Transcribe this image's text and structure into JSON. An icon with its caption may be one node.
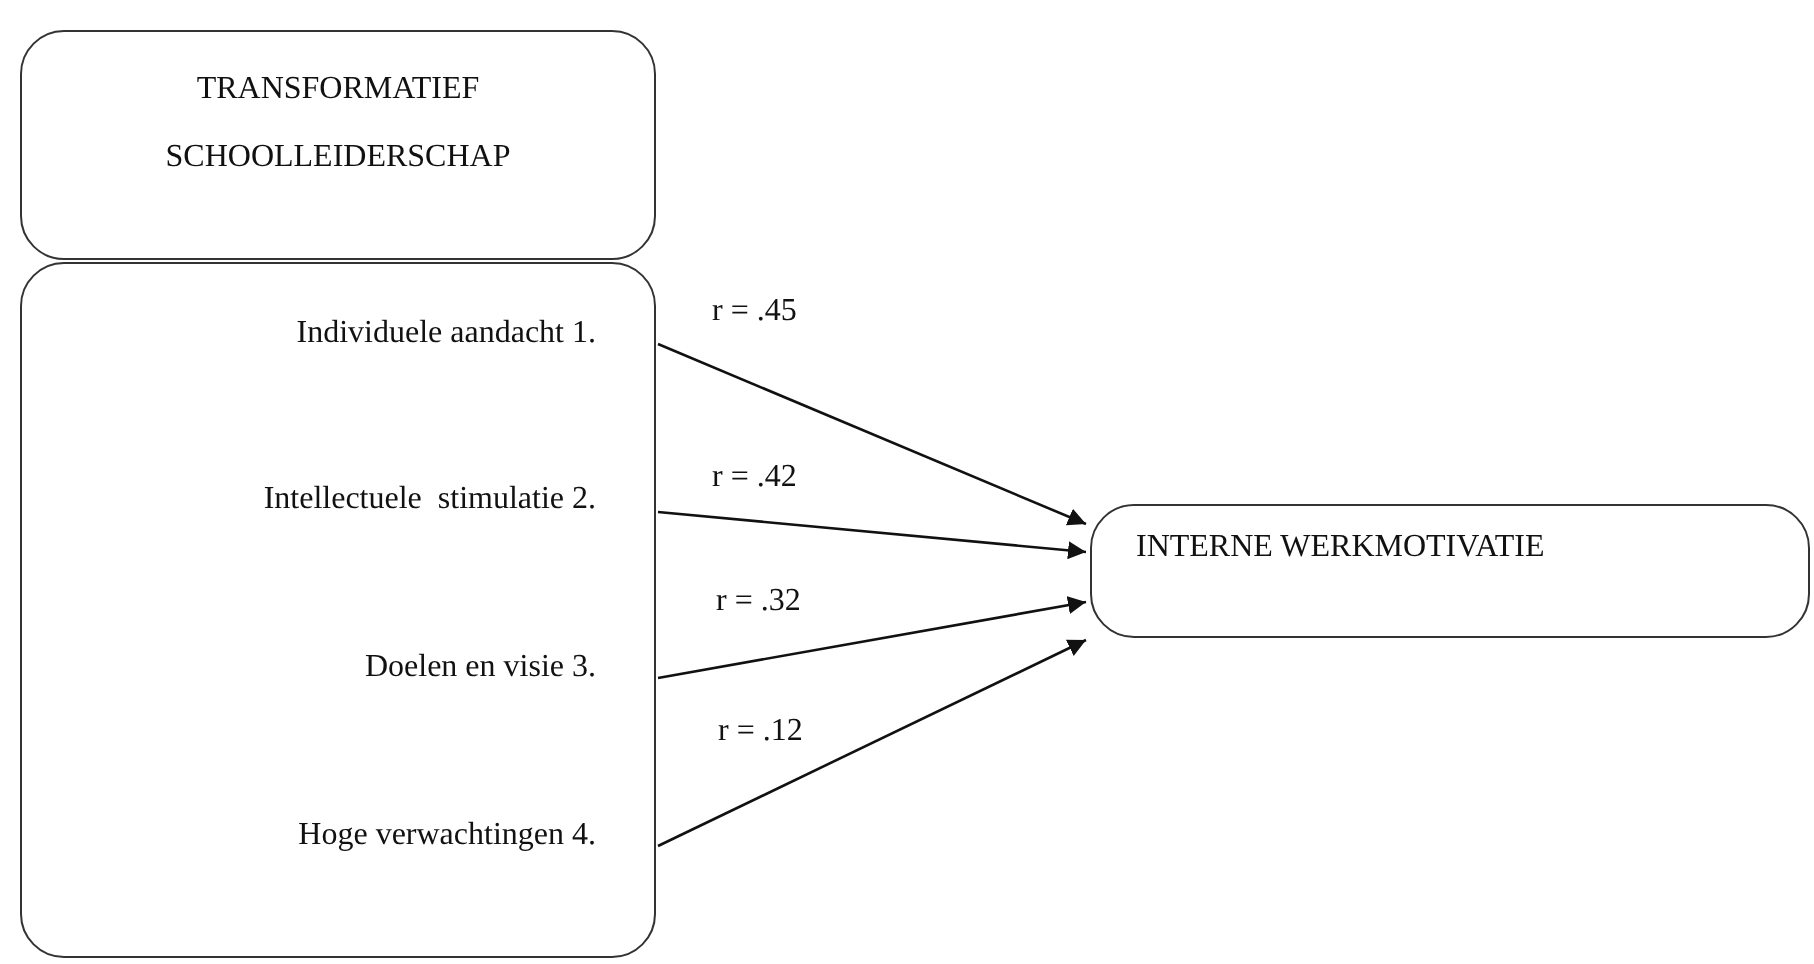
{
  "diagram": {
    "nodes": [
      {
        "text": [
          "TRANSFORMATIEF SCHOOLLEIDERSCHAP"
        ]
      },
      {
        "text": [],
        "shape": "box"
      },
      {
        "text": [
          "Individuele aandacht 1."
        ],
        "in": 1
      },
      {
        "text": [
          "Intellectuele  stimulatie 2."
        ],
        "in": 1
      },
      {
        "text": [
          "Doelen en visie 3."
        ],
        "in": 1
      },
      {
        "text": [
          "Hoge verwachtingen 4."
        ],
        "in": 1
      },
      {
        "text": [
          "INTERNE WERKMOTIVATIE"
        ]
      }
    ],
    "edges": [
      {
        "from": 2,
        "to": 6,
        "arrow": "to",
        "label": "r = .45"
      },
      {
        "from": 3,
        "to": 6,
        "arrow": "to",
        "label": "r = .42"
      },
      {
        "from": 4,
        "to": 6,
        "arrow": "to",
        "label": "r = .32"
      },
      {
        "from": 5,
        "to": 6,
        "arrow": "to",
        "label": "r = .12"
      }
    ]
  }
}
